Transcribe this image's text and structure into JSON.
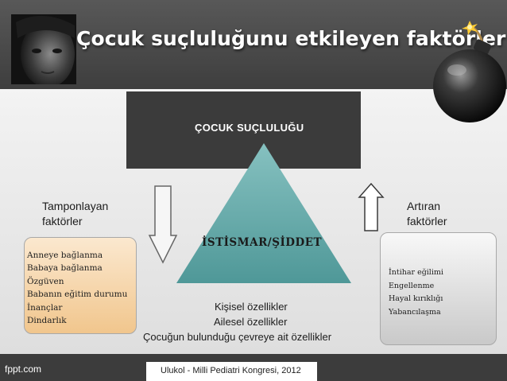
{
  "header": {
    "title": "Çocuk suçluluğunu etkileyen faktörler",
    "colors": {
      "band": "#474747",
      "title_text": "#ffffff"
    }
  },
  "images": {
    "left": "child-face-photo",
    "right": "bomb-icon"
  },
  "center_box": {
    "label": "ÇOCUK SUÇLULUĞU"
  },
  "triangle": {
    "label": "İSTİSMAR/ŞİDDET",
    "color": "#5fa9a8"
  },
  "left_side": {
    "label_lines": [
      "Tamponlayan",
      "faktörler"
    ],
    "arrow_direction": "down",
    "items": [
      "Anneye bağlanma",
      "Babaya bağlanma",
      "Özgüven",
      "Babanın eğitim durumu",
      "İnançlar",
      "Dindarlık"
    ]
  },
  "right_side": {
    "label_lines": [
      "Artıran",
      "faktörler"
    ],
    "arrow_direction": "up",
    "items": [
      "İntihar eğilimi",
      "Engellenme",
      "Hayal kırıklığı",
      "Yabancılaşma"
    ]
  },
  "center_text": [
    "Kişisel özellikler",
    "Ailesel özellikler",
    "Çocuğun bulunduğu çevreye ait özellikler"
  ],
  "footer": {
    "brand": "fppt.com",
    "credit": "Ulukol - Milli Pediatri Kongresi, 2012"
  }
}
